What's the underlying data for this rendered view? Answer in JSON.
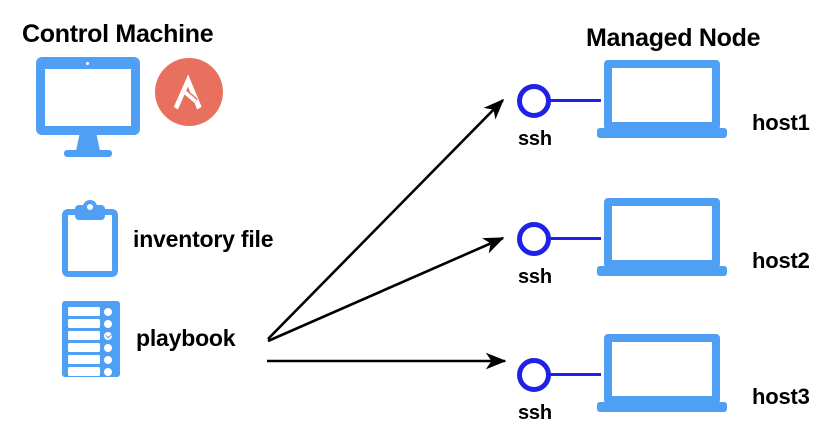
{
  "diagram": {
    "title_left": "Control Machine",
    "title_right": "Managed Node",
    "background_color": "#ffffff",
    "colors": {
      "node_blue": "#4f9ff5",
      "ssh_blue": "#1f22e6",
      "ansible_red": "#e8705f",
      "text_black": "#000000"
    }
  },
  "control_machine": {
    "heading": "Control Machine",
    "monitor_icon": "desktop-monitor-icon",
    "ansible_logo": "ansible-logo",
    "items": [
      {
        "label": "inventory file",
        "icon": "clipboard-icon"
      },
      {
        "label": "playbook",
        "icon": "playbook-document-icon"
      }
    ]
  },
  "managed_nodes": {
    "heading": "Managed Node",
    "connection_label": "ssh",
    "nodes": [
      {
        "host": "host1",
        "ssh_label": "ssh",
        "icon": "laptop-icon"
      },
      {
        "host": "host2",
        "ssh_label": "ssh",
        "icon": "laptop-icon"
      },
      {
        "host": "host3",
        "ssh_label": "ssh",
        "icon": "laptop-icon"
      }
    ]
  },
  "connections": [
    {
      "from": "playbook",
      "to": "host1",
      "style": "arrow"
    },
    {
      "from": "playbook",
      "to": "host2",
      "style": "arrow"
    },
    {
      "from": "playbook",
      "to": "host3",
      "style": "arrow"
    }
  ]
}
